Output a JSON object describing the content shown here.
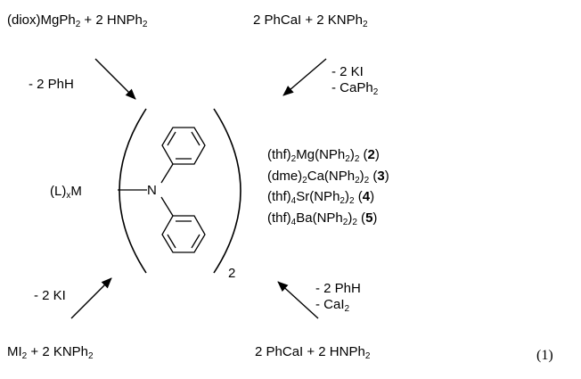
{
  "reactants": {
    "top_left": [
      {
        "t": "(diox)MgPh"
      },
      {
        "t": "2",
        "sub": true
      },
      {
        "t": " + 2 HNPh"
      },
      {
        "t": "2",
        "sub": true
      }
    ],
    "top_right": [
      {
        "t": "2 PhCaI + 2 KNPh"
      },
      {
        "t": "2",
        "sub": true
      }
    ],
    "bottom_left": [
      {
        "t": "MI"
      },
      {
        "t": "2",
        "sub": true
      },
      {
        "t": " + 2 KNPh"
      },
      {
        "t": "2",
        "sub": true
      }
    ],
    "bottom_right": [
      {
        "t": "2 PhCaI + 2 HNPh"
      },
      {
        "t": "2",
        "sub": true
      }
    ]
  },
  "conditions": {
    "top_left": [
      [
        {
          "t": "- 2 PhH"
        }
      ]
    ],
    "top_right": [
      [
        {
          "t": "- 2 KI"
        }
      ],
      [
        {
          "t": "- CaPh"
        },
        {
          "t": "2",
          "sub": true
        }
      ]
    ],
    "bottom_left": [
      [
        {
          "t": "- 2 KI"
        }
      ]
    ],
    "bottom_right": [
      [
        {
          "t": "- 2 PhH"
        }
      ],
      [
        {
          "t": "- CaI"
        },
        {
          "t": "2",
          "sub": true
        }
      ]
    ]
  },
  "center": {
    "metal_group": [
      {
        "t": "(L)"
      },
      {
        "t": "x",
        "sub": true
      },
      {
        "t": "M"
      }
    ],
    "nitrogen": "N",
    "multiplier": "2"
  },
  "products": [
    [
      {
        "t": "(thf)"
      },
      {
        "t": "2",
        "sub": true
      },
      {
        "t": "Mg(NPh"
      },
      {
        "t": "2",
        "sub": true
      },
      {
        "t": ")"
      },
      {
        "t": "2",
        "sub": true
      },
      {
        "t": " ("
      },
      {
        "t": "2",
        "bold": true
      },
      {
        "t": ")"
      }
    ],
    [
      {
        "t": "(dme)"
      },
      {
        "t": "2",
        "sub": true
      },
      {
        "t": "Ca(NPh"
      },
      {
        "t": "2",
        "sub": true
      },
      {
        "t": ")"
      },
      {
        "t": "2",
        "sub": true
      },
      {
        "t": " ("
      },
      {
        "t": "3",
        "bold": true
      },
      {
        "t": ")"
      }
    ],
    [
      {
        "t": "(thf)"
      },
      {
        "t": "4",
        "sub": true
      },
      {
        "t": "Sr(NPh"
      },
      {
        "t": "2",
        "sub": true
      },
      {
        "t": ")"
      },
      {
        "t": "2",
        "sub": true
      },
      {
        "t": " ("
      },
      {
        "t": "4",
        "bold": true
      },
      {
        "t": ")"
      }
    ],
    [
      {
        "t": "(thf)"
      },
      {
        "t": "4",
        "sub": true
      },
      {
        "t": "Ba(NPh"
      },
      {
        "t": "2",
        "sub": true
      },
      {
        "t": ")"
      },
      {
        "t": "2",
        "sub": true
      },
      {
        "t": " ("
      },
      {
        "t": "5",
        "bold": true
      },
      {
        "t": ")"
      }
    ]
  ],
  "equation_number": "(1)"
}
